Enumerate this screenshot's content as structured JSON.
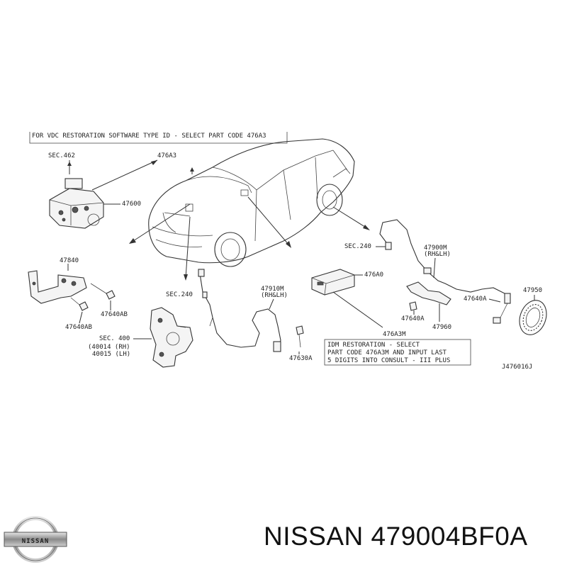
{
  "notes": {
    "vdc_restoration": "FOR VDC RESTORATION SOFTWARE TYPE ID - SELECT PART CODE 476A3",
    "idm_restoration_line1": "IDM RESTORATION - SELECT",
    "idm_restoration_line2": "PART CODE 476A3M AND INPUT LAST",
    "idm_restoration_line3": "5 DIGITS INTO CONSULT - III PLUS"
  },
  "labels": {
    "sec_462": "SEC.462",
    "p476a3": "476A3",
    "p47600": "47600",
    "p47840": "47840",
    "p47640ab_a": "47640AB",
    "p47640ab_b": "47640AB",
    "sec_240_a": "SEC.240",
    "sec_240_b": "SEC.240",
    "sec_400": "SEC. 400",
    "p40014": "(40014 (RH)",
    "p40015": "40015 (LH)",
    "p47910m": "47910M",
    "p47910m_side": "(RH&LH)",
    "p47630a": "47630A",
    "p476a0": "476A0",
    "p476a3m": "476A3M",
    "p47900m": "47900M",
    "p47900m_side": "(RH&LH)",
    "p47640a_a": "47640A",
    "p47640a_b": "47640A",
    "p47960": "47960",
    "p47950": "47950",
    "drawing_code": "J476016J"
  },
  "footer": {
    "title": "NISSAN 479004BF0A",
    "logo_text": "NISSAN"
  }
}
